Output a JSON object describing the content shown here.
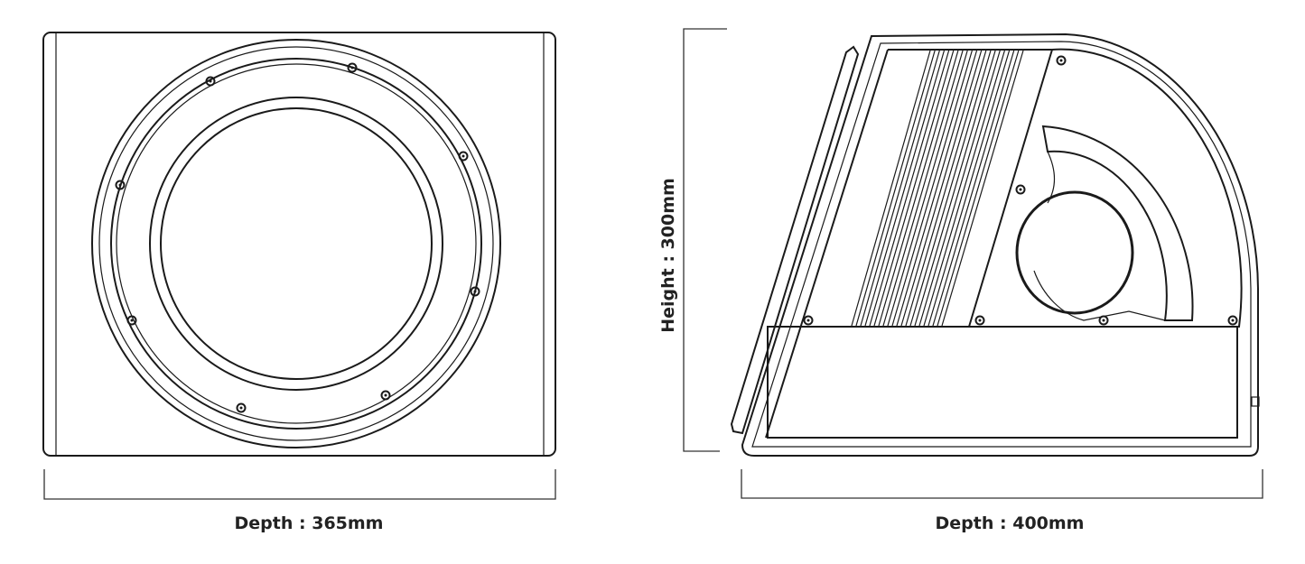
{
  "front_view": {
    "depth_label": "Depth : 365mm"
  },
  "side_view": {
    "depth_label": "Depth : 400mm",
    "height_label": "Height : 300mm"
  },
  "colors": {
    "line": "#1a1a1a",
    "background": "#ffffff"
  }
}
